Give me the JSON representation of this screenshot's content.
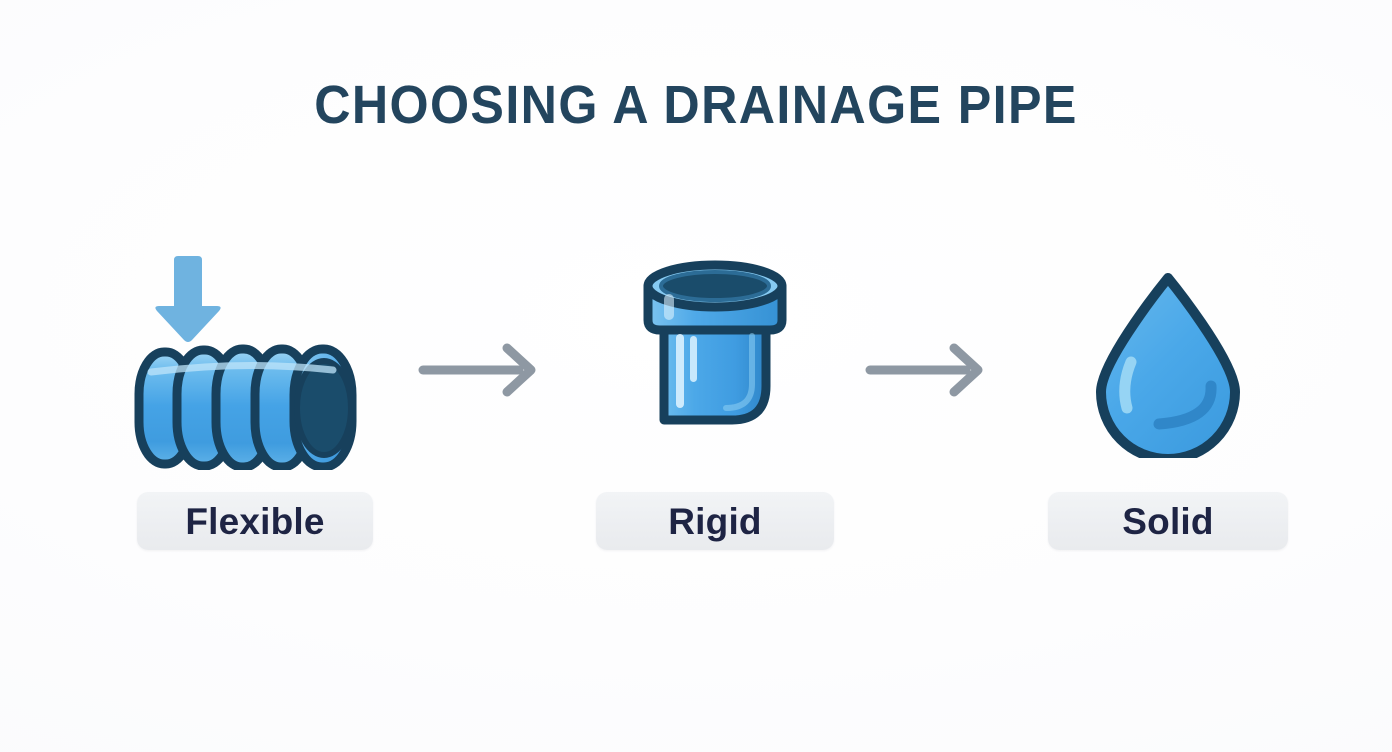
{
  "page": {
    "title": "CHOOSING A DRAINAGE PIPE",
    "background_color": "#fdfdfe",
    "title_color": "#23455e"
  },
  "palette": {
    "pipe_blue": "#45a3e6",
    "pipe_blue_light": "#74c2f0",
    "pipe_blue_dark": "#2b86c9",
    "outline_navy": "#17405c",
    "bore_navy": "#1a4c6b",
    "arrow_blue": "#6fb3e0",
    "connector_gray": "#8e98a3",
    "pill_bg": "#eceef1",
    "pill_text": "#1e2444",
    "highlight_white": "#dff1fd"
  },
  "steps": [
    {
      "id": "flexible",
      "icon": "corrugated-flexible-pipe-icon",
      "label": "Flexible",
      "has_down_arrow": true,
      "down_arrow_icon": "arrow-down-icon"
    },
    {
      "id": "rigid",
      "icon": "rigid-pipe-fitting-icon",
      "label": "Rigid",
      "has_down_arrow": false,
      "down_arrow_icon": ""
    },
    {
      "id": "solid",
      "icon": "water-droplet-icon",
      "label": "Solid",
      "has_down_arrow": false,
      "down_arrow_icon": ""
    }
  ],
  "connectors": [
    {
      "id": "connector-1",
      "icon": "arrow-right-icon"
    },
    {
      "id": "connector-2",
      "icon": "arrow-right-icon"
    }
  ]
}
